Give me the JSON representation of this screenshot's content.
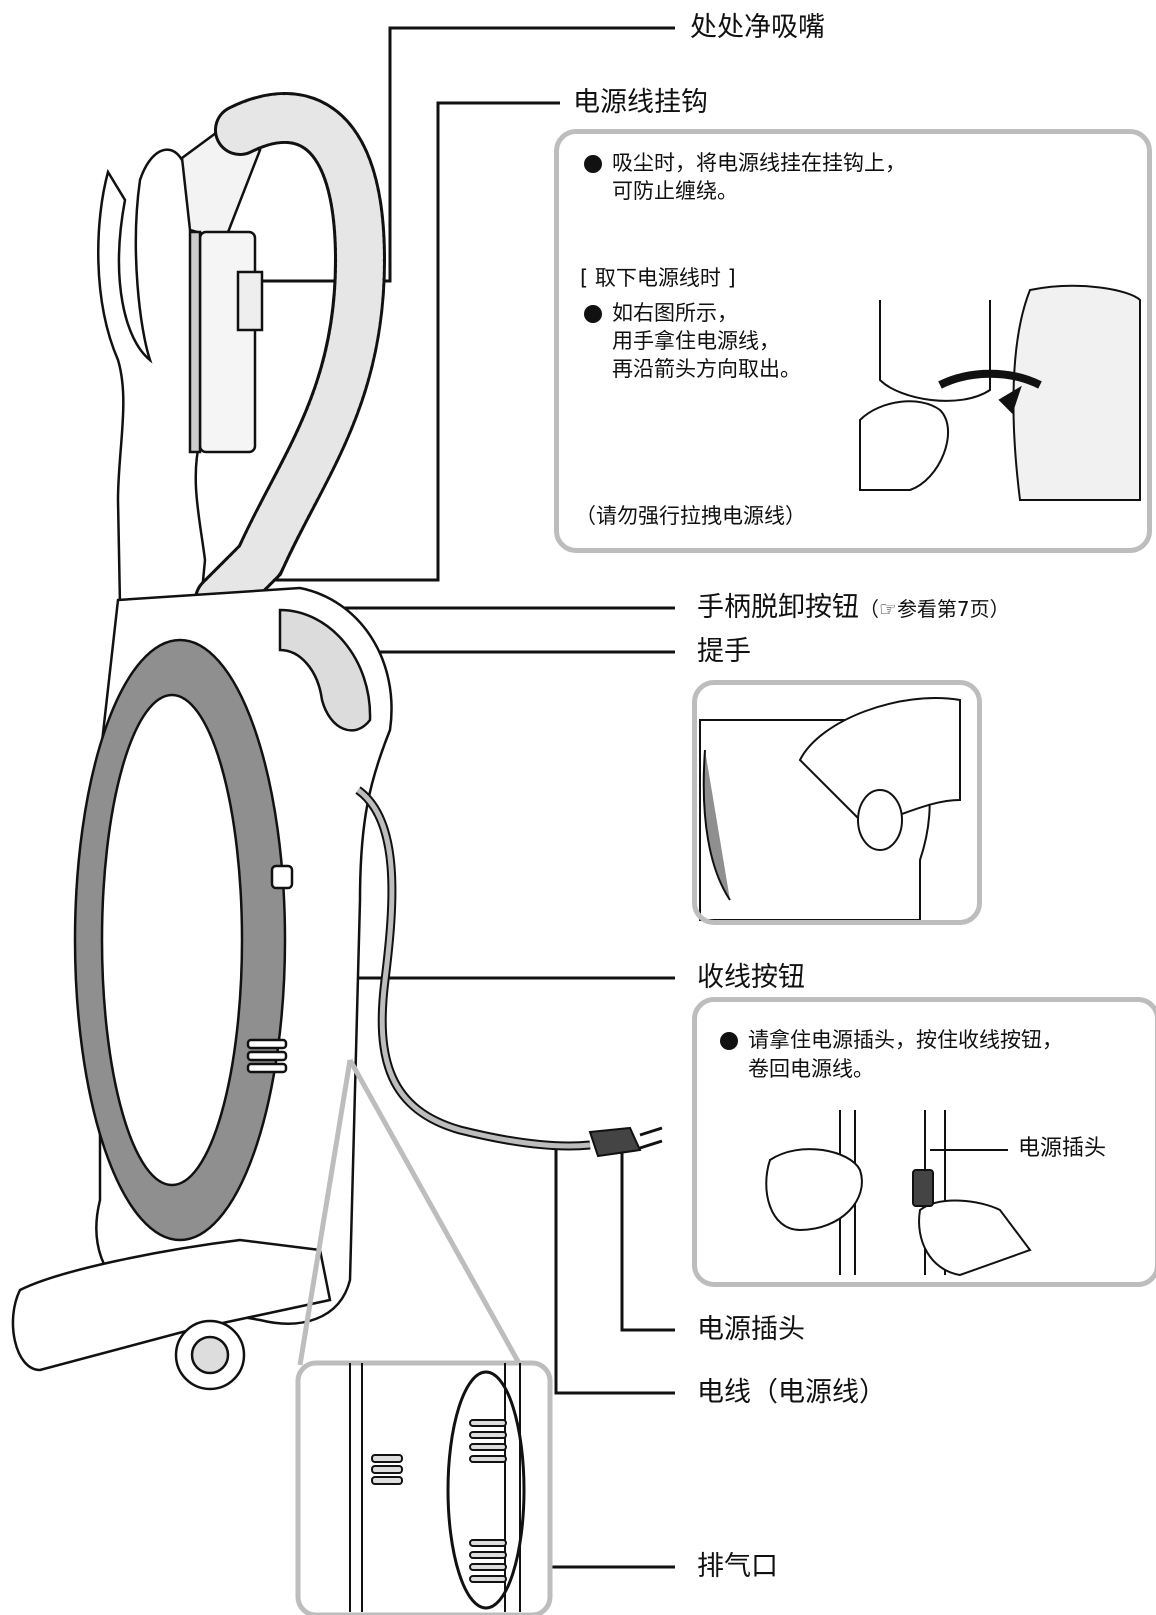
{
  "labels": {
    "nozzle": "处处净吸嘴",
    "cord_hook": "电源线挂钩",
    "handle_release": "手柄脱卸按钮",
    "handle_release_ref": "（",
    "handle_release_ref_icon": "☞",
    "handle_release_ref_text": "参看第7页）",
    "carry_handle": "提手",
    "rewind_button": "收线按钮",
    "plug": "电源插头",
    "cord": "电线（电源线）",
    "exhaust": "排气口"
  },
  "cord_hook_box": {
    "line1": "吸尘时，将电源线挂在挂钩上，",
    "line2": "可防止缠绕。",
    "heading": "[ 取下电源线时 ]",
    "step1": "如右图所示，",
    "step2": "用手拿住电源线，",
    "step3": "再沿箭头方向取出。",
    "warning": "（请勿强行拉拽电源线）"
  },
  "rewind_box": {
    "line1": "请拿住电源插头，按住收线按钮，",
    "line2": "卷回电源线。",
    "plug_label": "电源插头"
  },
  "colors": {
    "frame": "#bdbdbd",
    "line": "#111111",
    "body_gray": "#8a8a8a",
    "light_gray": "#d9d9d9"
  },
  "icons": [
    "ref-pointer-icon",
    "bullet-icon"
  ]
}
